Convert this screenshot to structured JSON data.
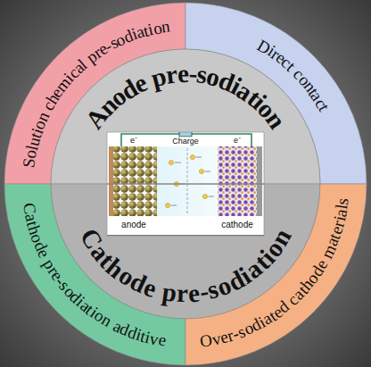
{
  "diagram": {
    "nodes": [
      {
        "text": [
          "Solution chemical pre-sodiation"
        ]
      },
      {
        "text": [
          "Direct contact"
        ]
      },
      {
        "text": [
          "Anode pre-sodiation"
        ]
      },
      {
        "text": [
          "Cathode pre-sodiation"
        ]
      },
      {
        "text": [
          "Cathode pre-sodiation additive"
        ]
      },
      {
        "text": [
          "Over-sodiated cathode materials"
        ]
      }
    ],
    "labels": [
      "e⁻",
      "Charge",
      "e⁻",
      "anode",
      "cathode"
    ]
  }
}
